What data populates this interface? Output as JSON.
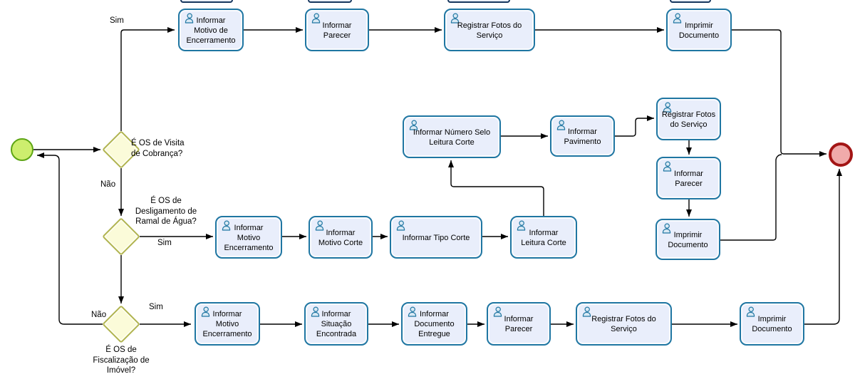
{
  "diagram": {
    "type": "bpmn-process-flow",
    "events": {
      "start": {
        "name": "start"
      },
      "end": {
        "name": "end"
      }
    },
    "gateways": [
      {
        "id": "g1",
        "question": "É OS de Visita\nde Cobrança?"
      },
      {
        "id": "g2",
        "question": "É OS de\nDesligamento de\nRamal de Água?"
      },
      {
        "id": "g3",
        "question": "É OS de\nFiscalização de\nImóvel?"
      }
    ],
    "tasks": [
      {
        "id": "t1",
        "label": "Informar\nMotivo de\nEncerramento"
      },
      {
        "id": "t2",
        "label": "Informar\nParecer"
      },
      {
        "id": "t3",
        "label": "Registrar Fotos do\nServiço"
      },
      {
        "id": "t4",
        "label": "Imprimir\nDocumento"
      },
      {
        "id": "t5",
        "label": "Informar Número Selo\nLeitura Corte"
      },
      {
        "id": "t6",
        "label": "Informar\nPavimento"
      },
      {
        "id": "t7",
        "label": "Registrar Fotos\ndo Serviço"
      },
      {
        "id": "t8",
        "label": "Informar\nParecer"
      },
      {
        "id": "t9",
        "label": "Imprimir\nDocumento"
      },
      {
        "id": "t10",
        "label": "Informar\nMotivo\nEncerramento"
      },
      {
        "id": "t11",
        "label": "Informar\nMotivo Corte"
      },
      {
        "id": "t12",
        "label": "Informar Tipo Corte"
      },
      {
        "id": "t13",
        "label": "Informar\nLeitura Corte"
      },
      {
        "id": "t14",
        "label": "Informar\nMotivo\nEncerramento"
      },
      {
        "id": "t15",
        "label": "Informar\nSituação\nEncontrada"
      },
      {
        "id": "t16",
        "label": "Informar\nDocumento\nEntregue"
      },
      {
        "id": "t17",
        "label": "Informar\nParecer"
      },
      {
        "id": "t18",
        "label": "Registrar Fotos do\nServiço"
      },
      {
        "id": "t19",
        "label": "Imprimir\nDocumento"
      }
    ],
    "flows": [
      {
        "id": "e1",
        "from": "start",
        "to": "g1",
        "label": ""
      },
      {
        "id": "e2",
        "from": "g1",
        "to": "t1",
        "label": "Sim"
      },
      {
        "id": "e3",
        "from": "t1",
        "to": "t2",
        "label": ""
      },
      {
        "id": "e4",
        "from": "t2",
        "to": "t3",
        "label": ""
      },
      {
        "id": "e5",
        "from": "t3",
        "to": "t4",
        "label": ""
      },
      {
        "id": "e6",
        "from": "t4",
        "to": "end",
        "label": ""
      },
      {
        "id": "e7",
        "from": "g1",
        "to": "g2",
        "label": "Não"
      },
      {
        "id": "e8",
        "from": "g2",
        "to": "t10",
        "label": "Sim"
      },
      {
        "id": "e9",
        "from": "t10",
        "to": "t11",
        "label": ""
      },
      {
        "id": "e10",
        "from": "t11",
        "to": "t12",
        "label": ""
      },
      {
        "id": "e11",
        "from": "t12",
        "to": "t13",
        "label": ""
      },
      {
        "id": "e12",
        "from": "t13",
        "to": "t5",
        "label": ""
      },
      {
        "id": "e13",
        "from": "t5",
        "to": "t6",
        "label": ""
      },
      {
        "id": "e14",
        "from": "t6",
        "to": "t7",
        "label": ""
      },
      {
        "id": "e15",
        "from": "t7",
        "to": "t8",
        "label": ""
      },
      {
        "id": "e16",
        "from": "t8",
        "to": "t9",
        "label": ""
      },
      {
        "id": "e17",
        "from": "t9",
        "to": "end",
        "label": ""
      },
      {
        "id": "e18",
        "from": "g2",
        "to": "g3",
        "label": "Não"
      },
      {
        "id": "e19",
        "from": "g3",
        "to": "t14",
        "label": "Sim"
      },
      {
        "id": "e20",
        "from": "g3",
        "to": "start",
        "label": "Não"
      },
      {
        "id": "e21",
        "from": "t14",
        "to": "t15",
        "label": ""
      },
      {
        "id": "e22",
        "from": "t15",
        "to": "t16",
        "label": ""
      },
      {
        "id": "e23",
        "from": "t16",
        "to": "t17",
        "label": ""
      },
      {
        "id": "e24",
        "from": "t17",
        "to": "t18",
        "label": ""
      },
      {
        "id": "e25",
        "from": "t18",
        "to": "t19",
        "label": ""
      },
      {
        "id": "e26",
        "from": "t19",
        "to": "end",
        "label": ""
      }
    ],
    "colors": {
      "task_fill": "#e9eefb",
      "task_border": "#1f76a2",
      "icon_fill": "#d9e9f4",
      "gateway_fill": "#fbfbd9",
      "gateway_border": "#b0b34f",
      "start_fill": "#cdee6e",
      "start_border": "#5da514",
      "end_fill": "#f0aaaa",
      "end_border": "#a31515",
      "line": "#000000"
    }
  }
}
